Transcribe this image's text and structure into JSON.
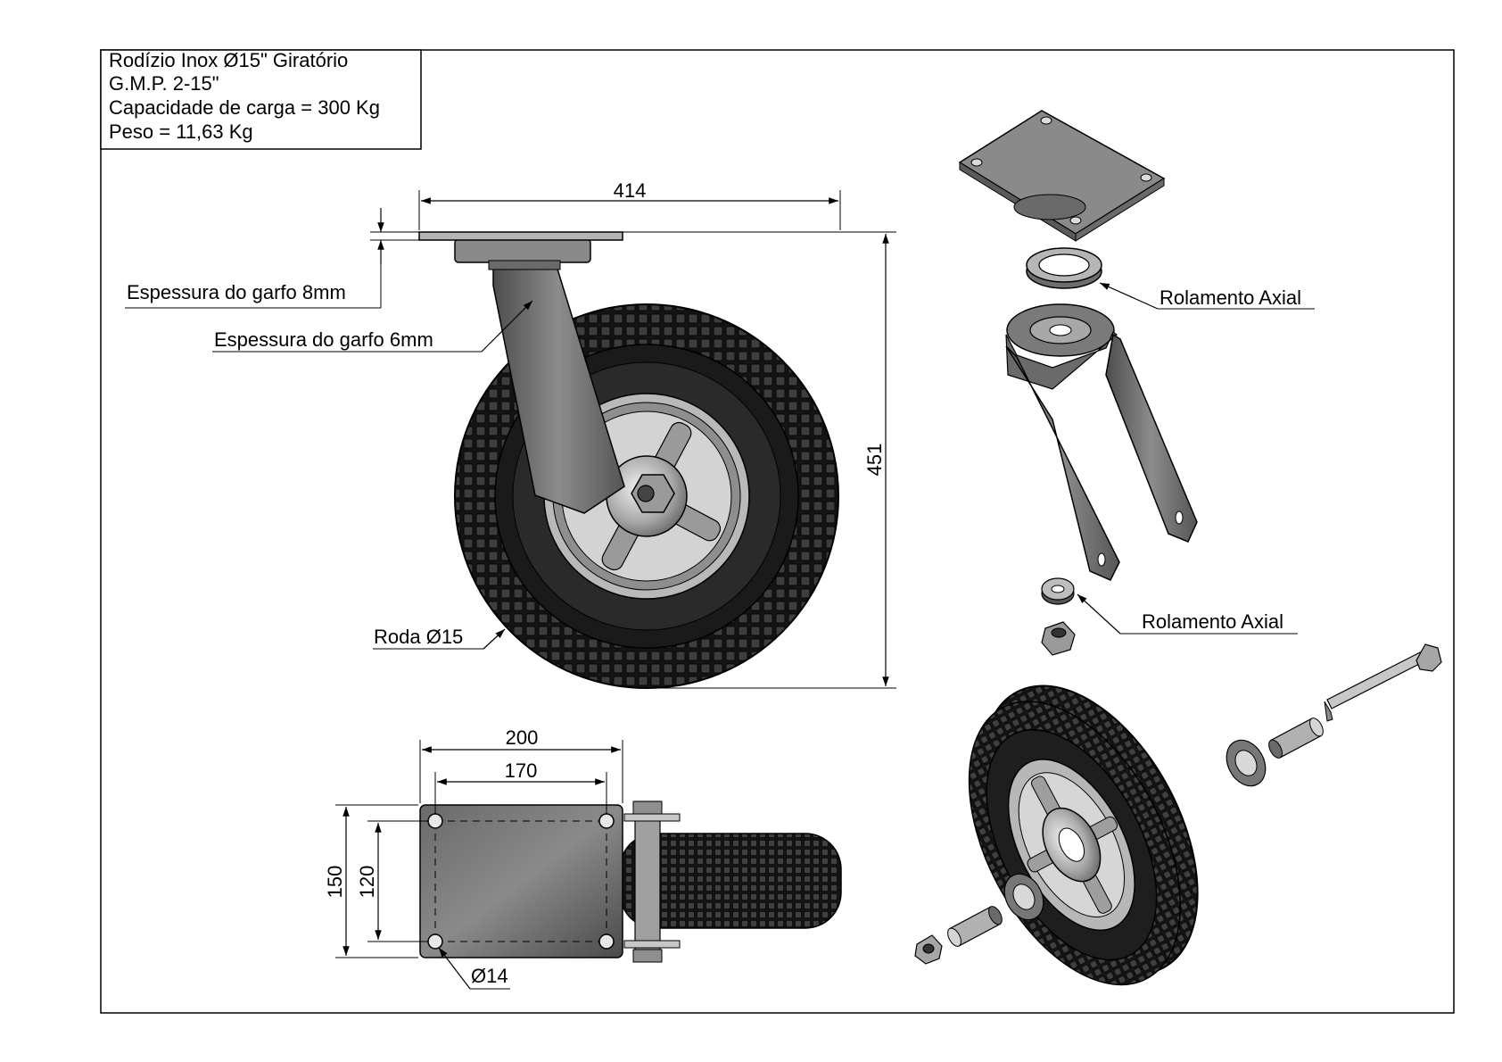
{
  "title_block": {
    "line1": "Rodízio Inox Ø15\" Giratório",
    "line2": "G.M.P. 2-15\"",
    "line3": "Capacidade de carga = 300 Kg",
    "line4": "Peso = 11,63 Kg"
  },
  "dimensions": {
    "overall_width": "414",
    "overall_height": "451",
    "plate_width": "200",
    "hole_spacing_x": "170",
    "plate_depth": "150",
    "hole_spacing_y": "120",
    "hole_diameter": "Ø14"
  },
  "callouts": {
    "fork_thickness_8": "Espessura do garfo 8mm",
    "fork_thickness_6": "Espessura do garfo 6mm",
    "wheel": "Roda Ø15",
    "axial_bearing_top": "Rolamento Axial",
    "axial_bearing_bottom": "Rolamento Axial"
  },
  "colors": {
    "line": "#000000",
    "metal_dark": "#5a5a5a",
    "metal_light": "#c8c8c8",
    "tire": "#1e1e1e",
    "tread": "#3a3a3a"
  }
}
